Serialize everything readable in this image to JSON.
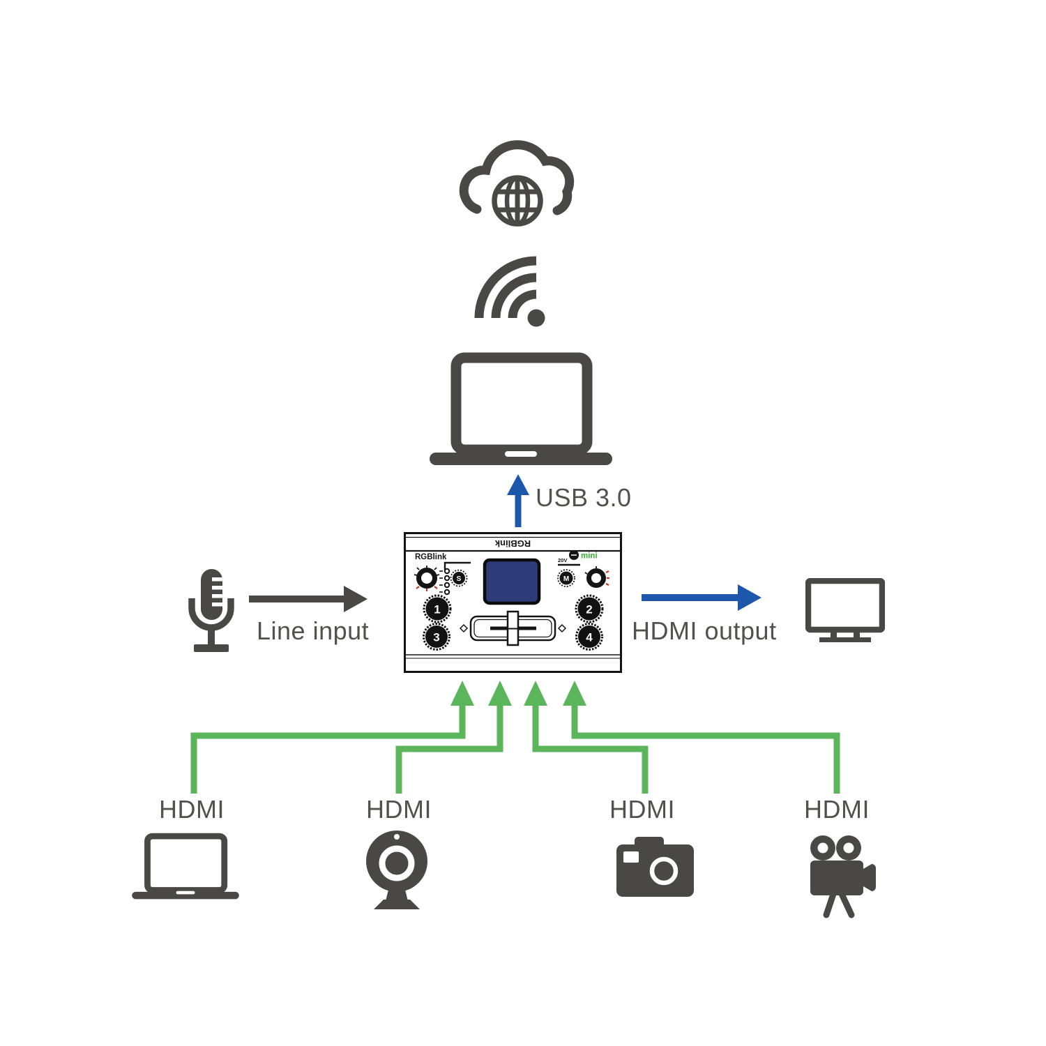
{
  "colors": {
    "icon_gray": "#4a4846",
    "arrow_blue": "#1d57ac",
    "arrow_green": "#5bb55b",
    "label_text": "#53504e",
    "device_screen_blue": "#2d3b78",
    "mini_badge_green": "#35b535",
    "knob_accent_red": "#c0392b"
  },
  "connections": {
    "usb_label": "USB 3.0",
    "line_input_label": "Line input",
    "hdmi_output_label": "HDMI output"
  },
  "device": {
    "brand_front": "RGBlink",
    "brand_rear_inverted": "RGBlink",
    "model_badge": "mini",
    "source_buttons": [
      "1",
      "2",
      "3",
      "4"
    ],
    "knob_s_label": "S",
    "knob_m_label": "M",
    "power_label": "20V"
  },
  "inputs": [
    {
      "label": "HDMI",
      "device": "laptop"
    },
    {
      "label": "HDMI",
      "device": "webcam"
    },
    {
      "label": "HDMI",
      "device": "photo-camera"
    },
    {
      "label": "HDMI",
      "device": "video-camera"
    }
  ]
}
